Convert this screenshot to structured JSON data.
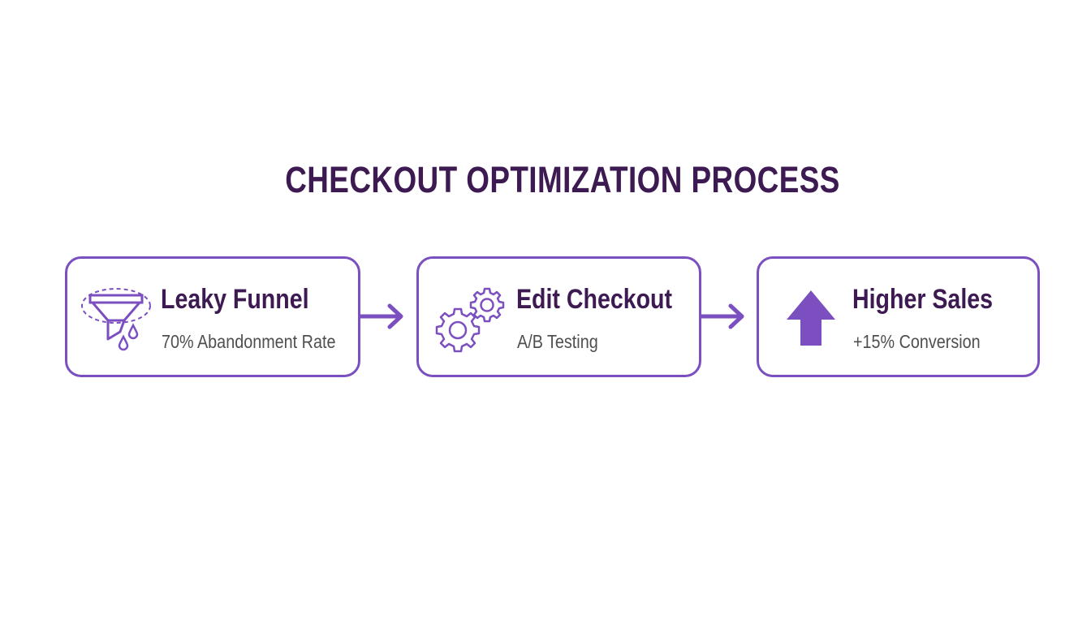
{
  "title": "CHECKOUT OPTIMIZATION PROCESS",
  "colors": {
    "title": "#3d1a52",
    "accent": "#7b4fbf",
    "subtitle": "#4f4f4f",
    "background": "#ffffff"
  },
  "steps": [
    {
      "title": "Leaky Funnel",
      "subtitle": "70% Abandonment Rate",
      "icon": "leaky-funnel-icon"
    },
    {
      "title": "Edit Checkout",
      "subtitle": "A/B Testing",
      "icon": "gears-icon"
    },
    {
      "title": "Higher Sales",
      "subtitle": "+15% Conversion",
      "icon": "arrow-up-icon"
    }
  ],
  "connectors": [
    {
      "from": "Leaky Funnel",
      "to": "Edit Checkout",
      "icon": "arrow-right-icon"
    },
    {
      "from": "Edit Checkout",
      "to": "Higher Sales",
      "icon": "arrow-right-icon"
    }
  ]
}
